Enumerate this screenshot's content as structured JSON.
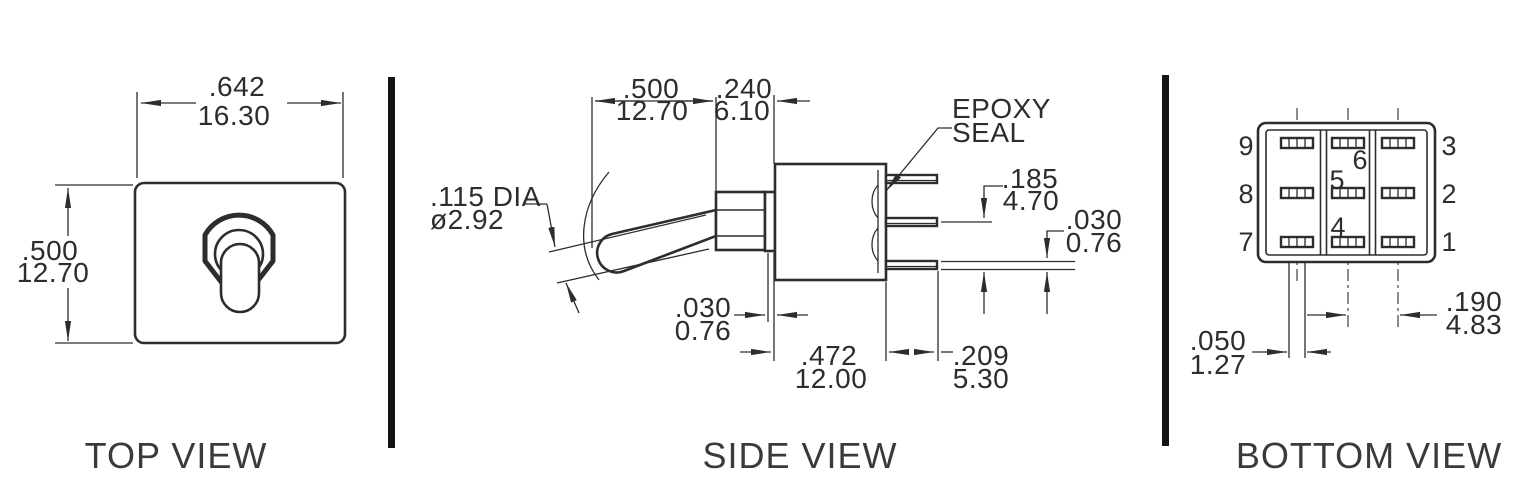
{
  "top_view": {
    "label": "TOP VIEW",
    "width_dim": {
      "in": ".642",
      "mm": "16.30"
    },
    "height_dim": {
      "in": ".500",
      "mm": "12.70"
    }
  },
  "side_view": {
    "label": "SIDE VIEW",
    "lever_length": {
      "in": ".500",
      "mm": "12.70"
    },
    "bushing_length": {
      "in": ".240",
      "mm": "6.10"
    },
    "lever_diameter": {
      "in": ".115 DIA",
      "mm": "ø2.92"
    },
    "epoxy_seal": {
      "line1": "EPOXY",
      "line2": "SEAL"
    },
    "terminal_pitch": {
      "in": ".185",
      "mm": "4.70"
    },
    "terminal_thickness": {
      "in": ".030",
      "mm": "0.76"
    },
    "flange_thickness": {
      "in": ".030",
      "mm": "0.76"
    },
    "body_length": {
      "in": ".472",
      "mm": "12.00"
    },
    "terminal_length": {
      "in": ".209",
      "mm": "5.30"
    }
  },
  "bottom_view": {
    "label": "BOTTOM VIEW",
    "terminal_width": {
      "in": ".050",
      "mm": "1.27"
    },
    "terminal_spacing": {
      "in": ".190",
      "mm": "4.83"
    },
    "pins_left": [
      "9",
      "8",
      "7"
    ],
    "pins_middle": [
      "6",
      "5",
      "4"
    ],
    "pins_right": [
      "3",
      "2",
      "1"
    ]
  }
}
